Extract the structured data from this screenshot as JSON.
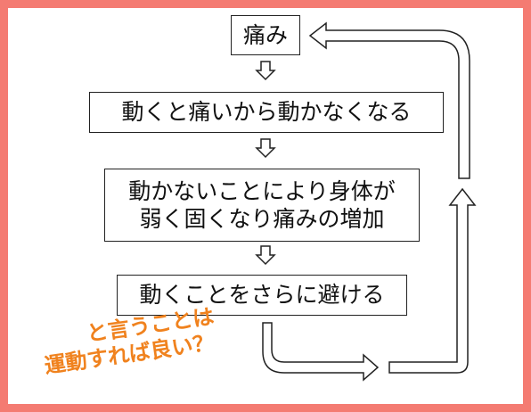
{
  "steps": [
    {
      "lines": [
        "痛み"
      ]
    },
    {
      "lines": [
        "動くと痛いから動かなくなる"
      ]
    },
    {
      "lines": [
        "動かないことにより身体が",
        "弱く固くなり痛みの増加"
      ]
    },
    {
      "lines": [
        "動くことをさらに避ける"
      ]
    }
  ],
  "note": {
    "lines": [
      "と言うことは",
      "運動すれば良い？"
    ]
  },
  "colors": {
    "border": "#f47b72",
    "note": "#f0821e",
    "line": "#222222"
  }
}
